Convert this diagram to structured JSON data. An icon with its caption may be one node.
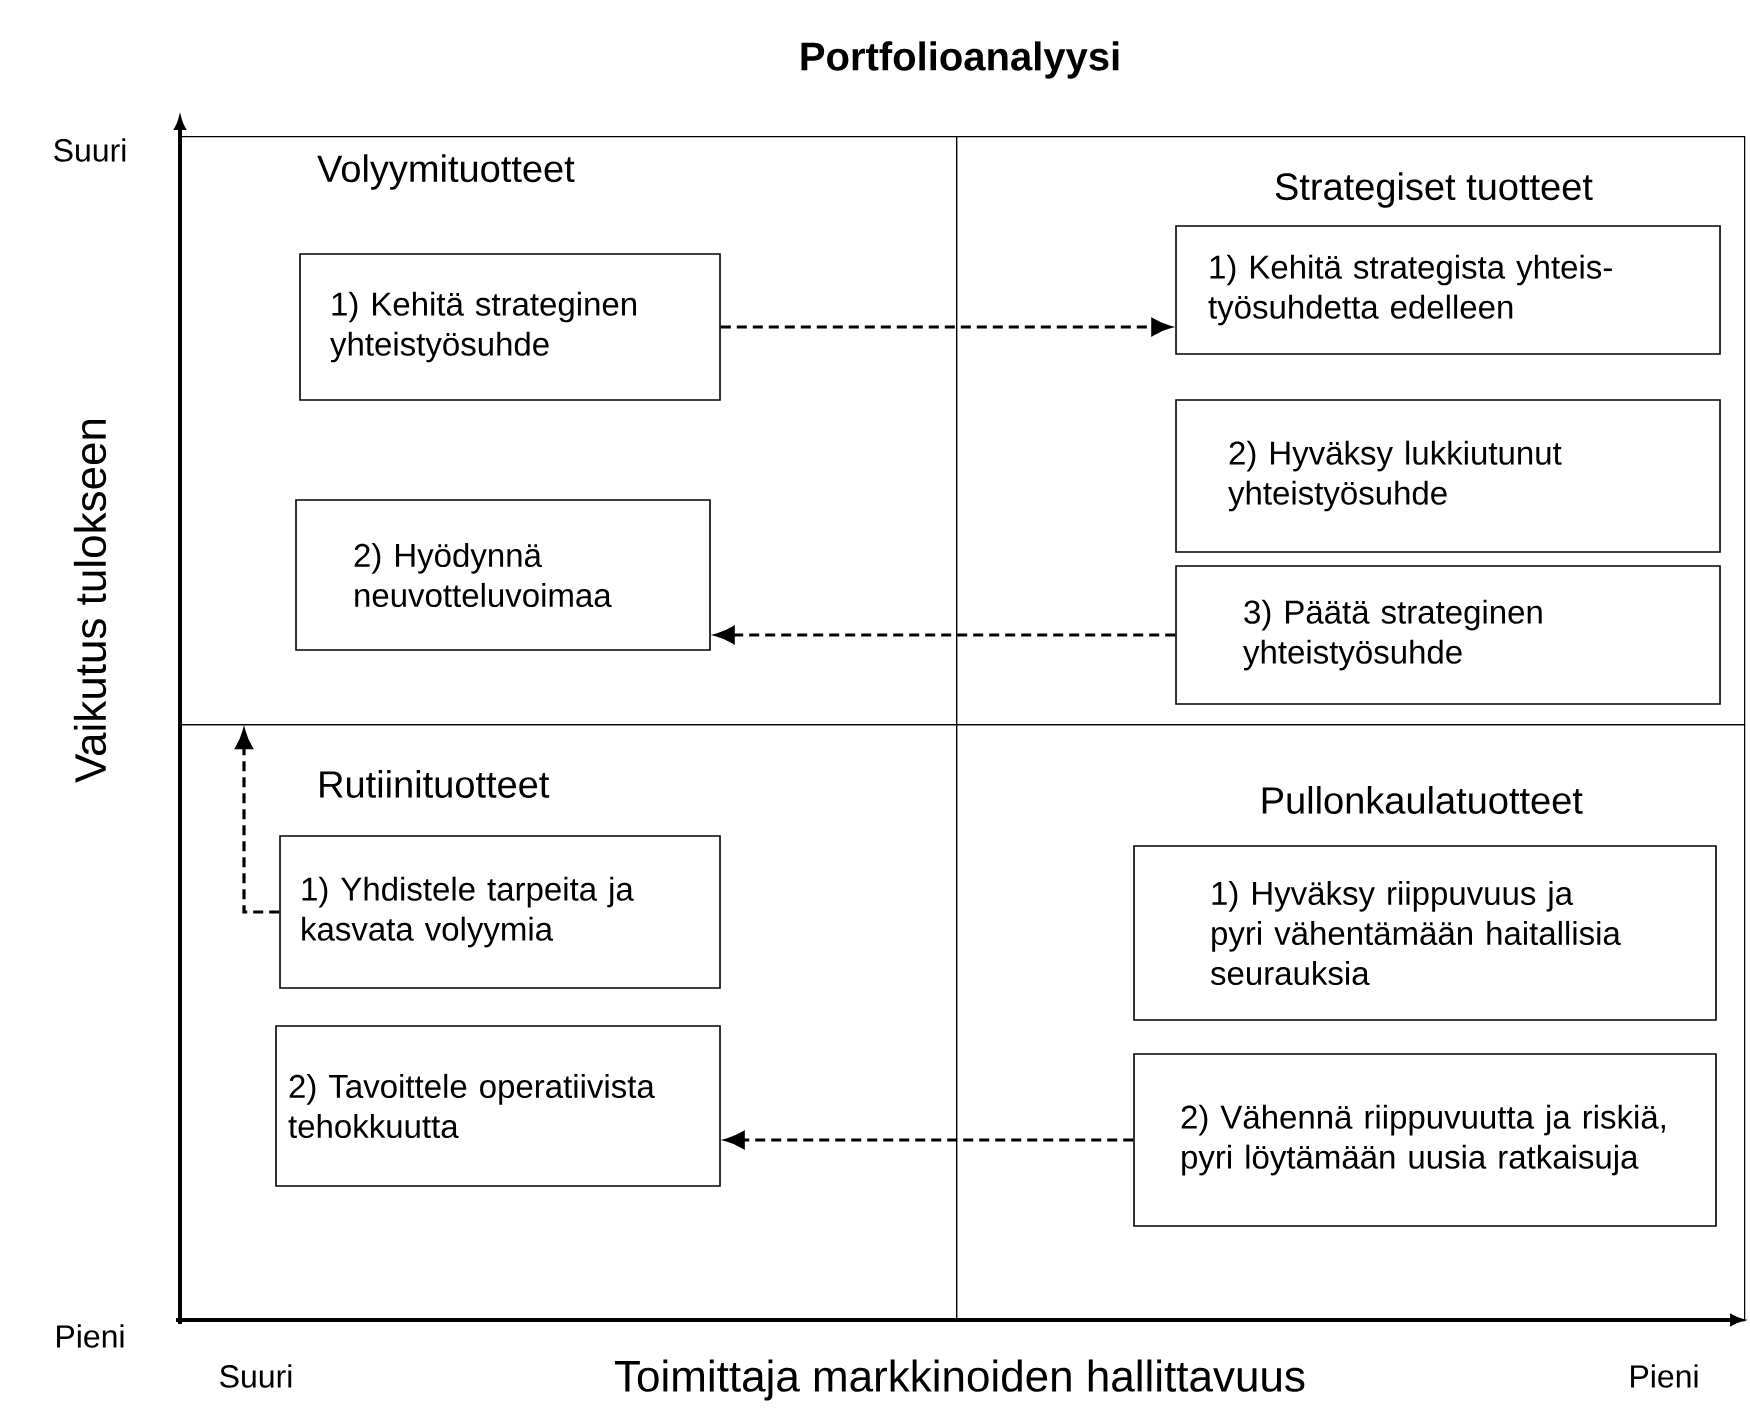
{
  "diagram": {
    "title": "Portfolioanalyysi",
    "nodes": [
      {
        "text": [
          "Volyymituotteet"
        ]
      },
      {
        "text": [
          "1) Kehitä strateginen yhteistyösuhde"
        ],
        "in": 0
      },
      {
        "text": [
          "2) Hyödynnä neuvotteluvoimaa"
        ],
        "in": 0
      },
      {
        "text": [
          "Strategiset tuotteet"
        ]
      },
      {
        "text": [
          "1) Kehitä strategista yhteis-työsuhdetta edelleen"
        ],
        "in": 3
      },
      {
        "text": [
          "2) Hyväksy lukkiutunut yhteistyösuhde"
        ],
        "in": 3
      },
      {
        "text": [
          "3) Päätä strateginen yhteistyösuhde"
        ],
        "in": 3
      },
      {
        "text": [
          "Rutiinituotteet"
        ]
      },
      {
        "text": [
          "1) Yhdistele tarpeita ja kasvata volyymia"
        ],
        "in": 7
      },
      {
        "text": [
          "2) Tavoittele operatiivista tehokkuutta"
        ],
        "in": 7
      },
      {
        "text": [
          "Pullonkaulatuotteet"
        ]
      },
      {
        "text": [
          "1) Hyväksy riippuvuus ja pyri vähentämään haitallisia seurauksia"
        ],
        "in": 10
      },
      {
        "text": [
          "2) Vähennä riippuvuutta ja riskiä, pyri löytämään uusia ratkaisuja"
        ],
        "in": 10
      }
    ],
    "edges": [
      {
        "from": 1,
        "to": 4,
        "arrow": "to",
        "style": "dashed"
      },
      {
        "from": 6,
        "to": 2,
        "arrow": "to",
        "style": "dashed"
      },
      {
        "from": 8,
        "to": 0,
        "arrow": "to",
        "style": "dashed"
      },
      {
        "from": 12,
        "to": 9,
        "arrow": "to",
        "style": "dashed"
      }
    ],
    "labels": [
      "Suuri",
      "Vaikutus tulokseen",
      "Pieni",
      "Suuri",
      "Toimittaja markkinoiden hallittavuus",
      "Pieni"
    ]
  }
}
